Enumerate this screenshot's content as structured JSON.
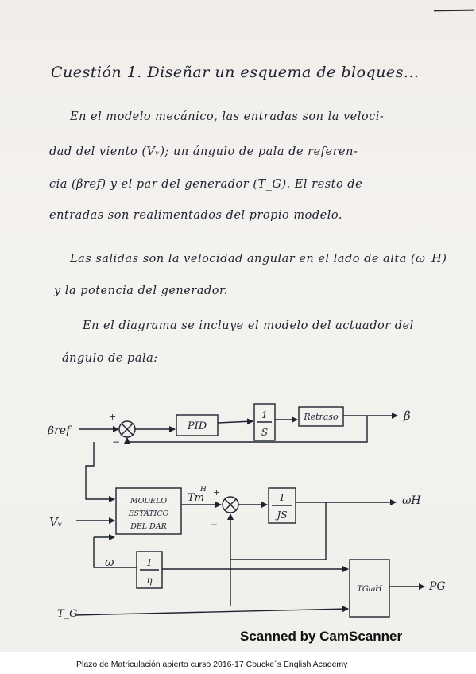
{
  "page": {
    "heading": "Cuestión 1. Diseñar un esquema de bloques...",
    "lines": [
      "En el modelo mecánico, las entradas son la veloci-",
      "dad del viento (Vᵥ); un ángulo de pala de referen-",
      "cia (βref) y el par del generador (T_G). El resto de",
      "entradas son realimentados del propio modelo.",
      "Las salidas son la velocidad angular en el lado de alta (ω_H)",
      "y la potencia del generador.",
      "En el diagrama se incluye el modelo del actuador del",
      "ángulo de pala:"
    ]
  },
  "diagram": {
    "input_beta_ref": "βref",
    "input_vv": "Vᵥ",
    "input_tg": "T_G",
    "block_pid": "PID",
    "block_integrator_num": "1",
    "block_integrator_den": "S",
    "block_retraso": "Retraso",
    "output_beta": "β",
    "block_modelo_line1": "MODELO",
    "block_modelo_line2": "ESTÁTICO",
    "block_modelo_line3": "DEL DAR",
    "signal_tm": "Tm",
    "signal_tm_sup": "H",
    "block_inertia_num": "1",
    "block_inertia_den": "JS",
    "output_omega": "ωH",
    "signal_omega": "ω",
    "block_eta_num": "1",
    "block_eta_den": "η",
    "block_power": "TGωH",
    "output_pg": "PG",
    "sign_plus_1": "+",
    "sign_minus_1": "−",
    "sign_plus_2": "+",
    "sign_minus_2": "−"
  },
  "watermark": "Scanned by CamScanner",
  "footer": "Plazo de Matriculación abierto curso 2016-17 Coucke´s English Academy"
}
